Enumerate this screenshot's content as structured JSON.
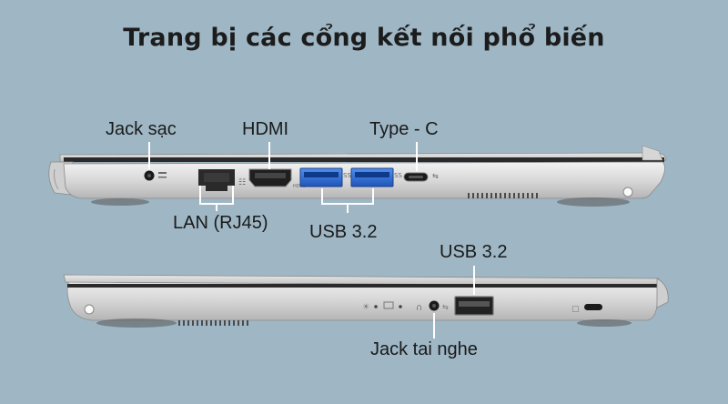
{
  "title": "Trang bị các cổng kết nối phổ biến",
  "labels": {
    "jack_sac": "Jack sạc",
    "hdmi": "HDMI",
    "type_c": "Type - C",
    "lan": "LAN (RJ45)",
    "usb_top": "USB 3.2",
    "usb_bottom": "USB 3.2",
    "jack_tai_nghe": "Jack tai nghe"
  },
  "colors": {
    "background": "#9fb7c5",
    "usb_port_blue": "#2f6fd6",
    "callout_line": "#ffffff"
  }
}
